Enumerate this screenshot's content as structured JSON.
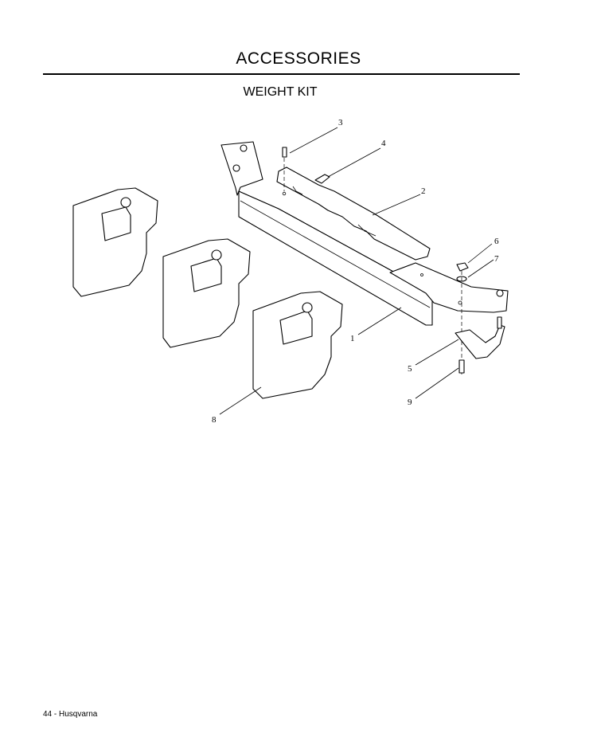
{
  "header": {
    "title": "ACCESSORIES",
    "subtitle": "WEIGHT KIT"
  },
  "callouts": {
    "c1": "1",
    "c2": "2",
    "c3": "3",
    "c4": "4",
    "c5": "5",
    "c6": "6",
    "c7": "7",
    "c8": "8",
    "c9": "9"
  },
  "footer": {
    "page_label": "44 - Husqvarna"
  }
}
